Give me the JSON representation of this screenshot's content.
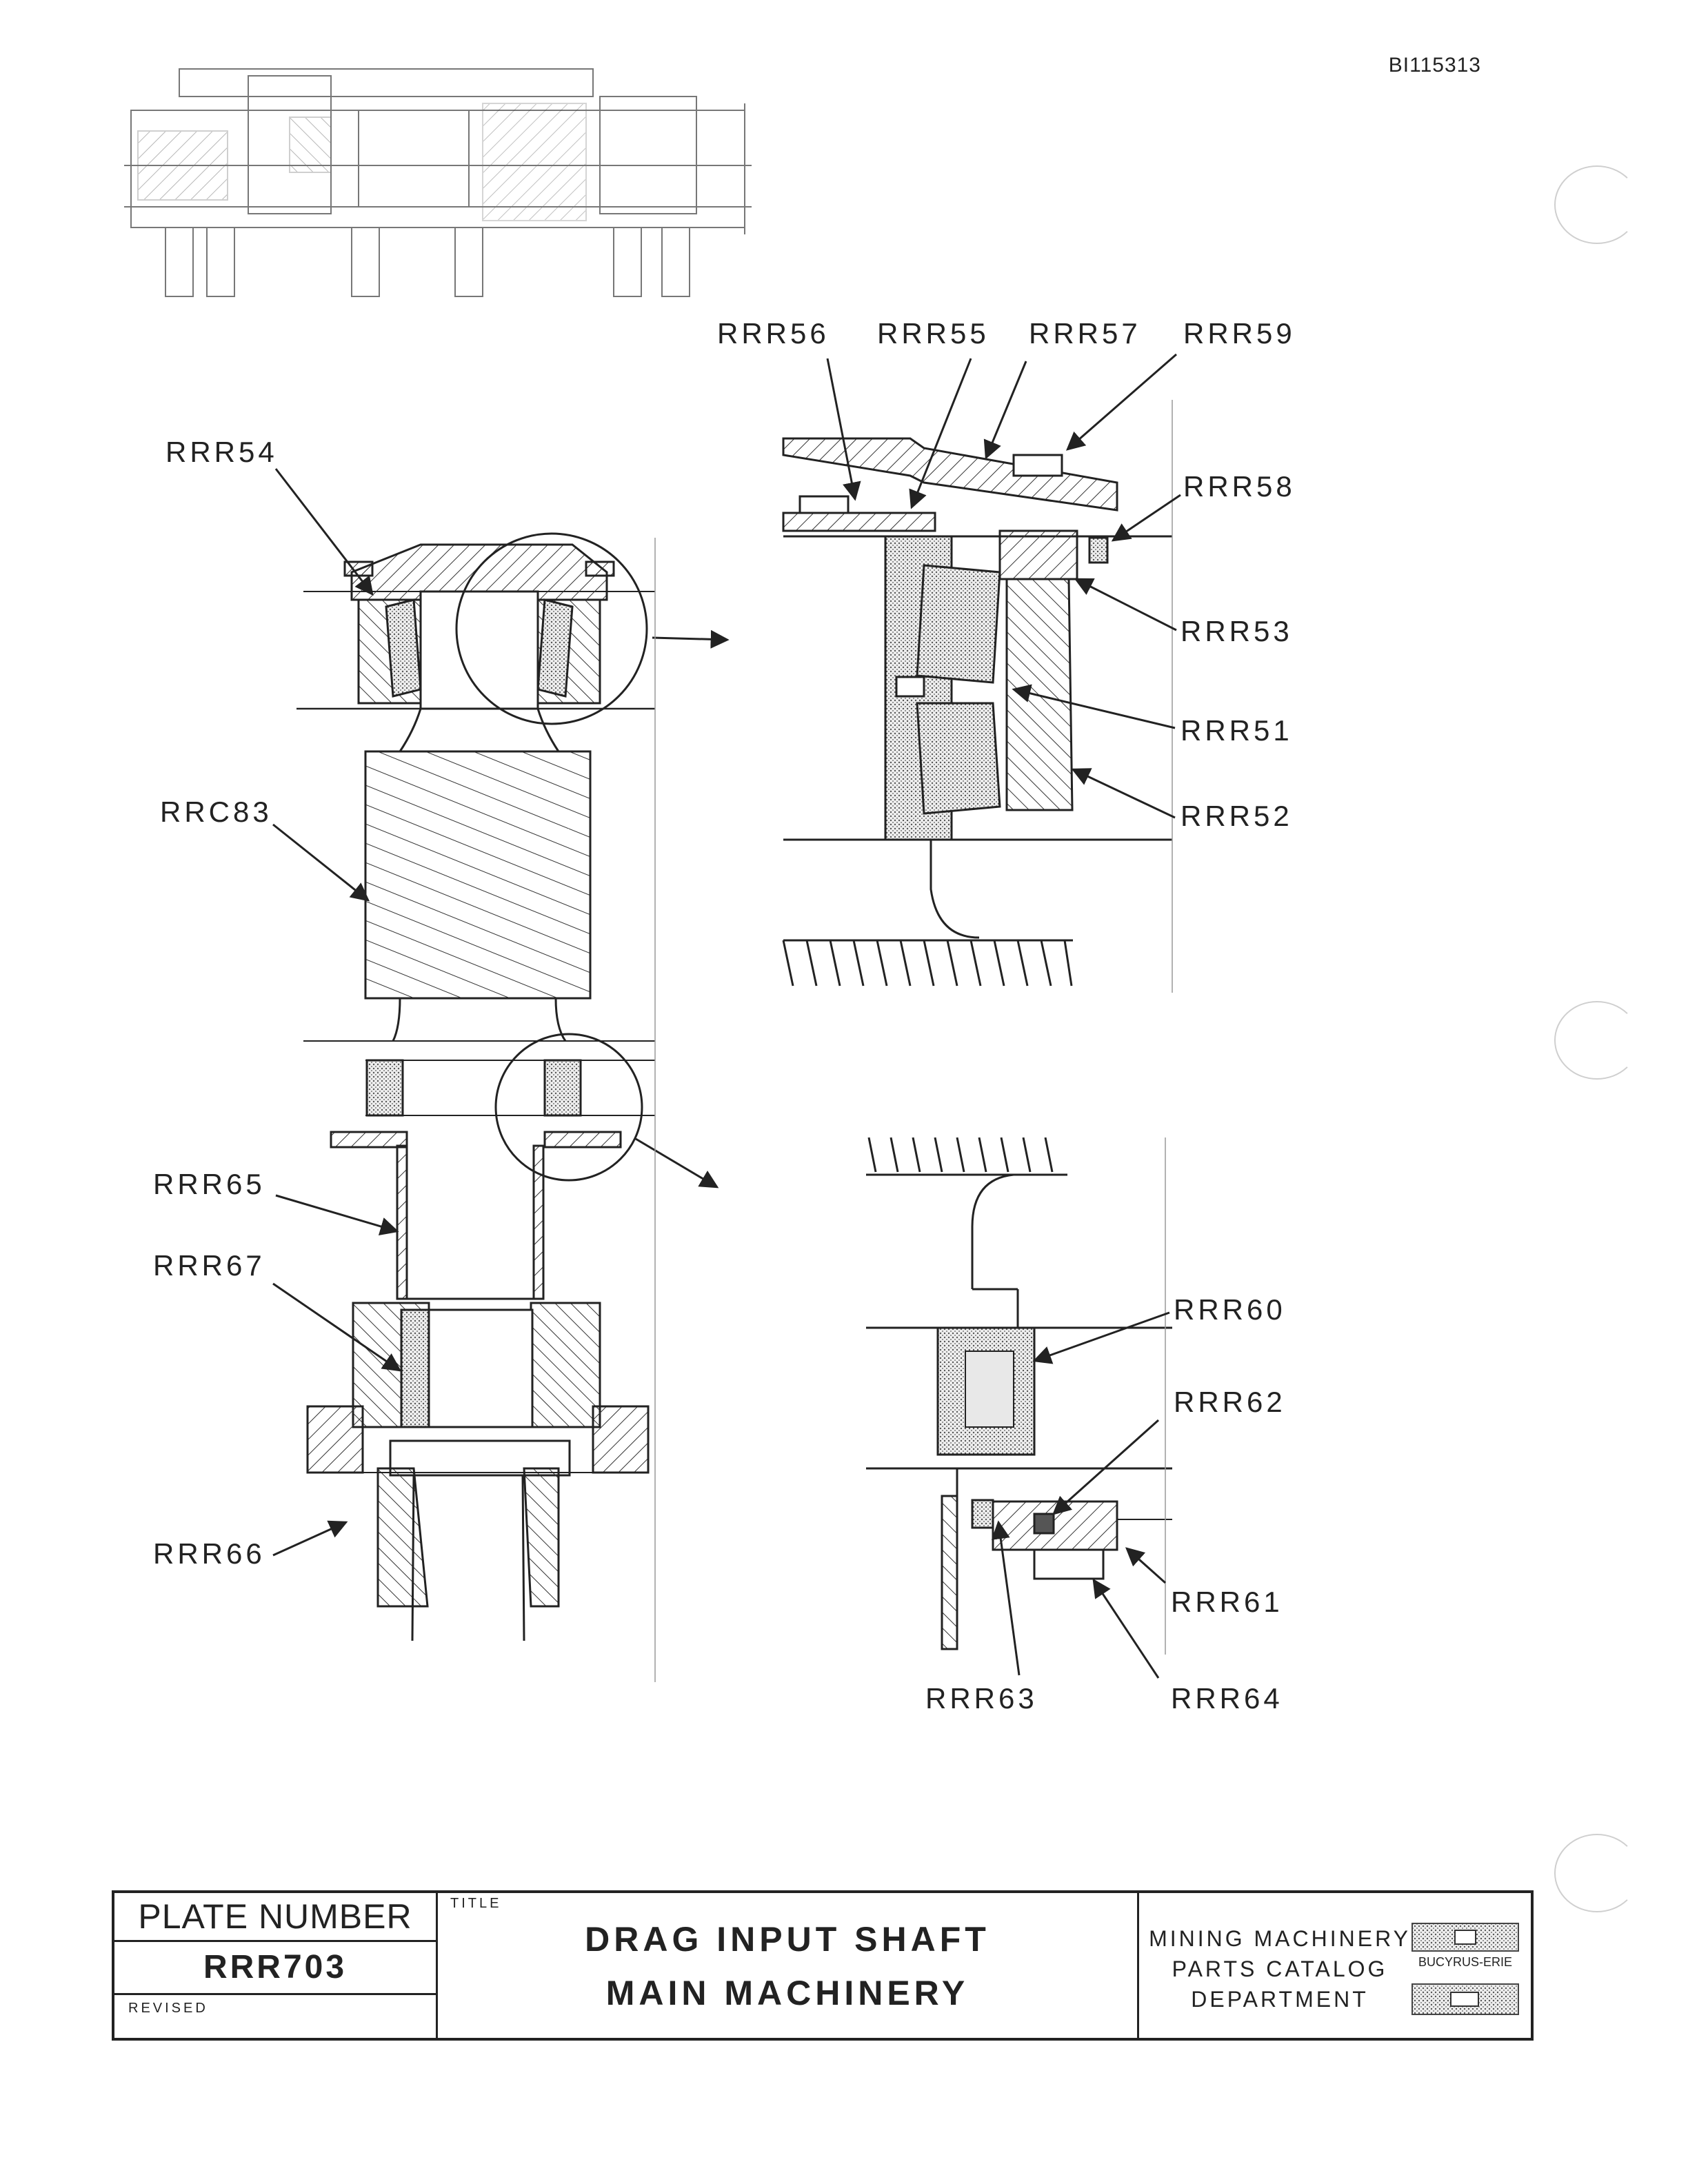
{
  "doc_id": "BI115313",
  "callouts": [
    {
      "id": "rrr56",
      "label": "RRR56"
    },
    {
      "id": "rrr55",
      "label": "RRR55"
    },
    {
      "id": "rrr57",
      "label": "RRR57"
    },
    {
      "id": "rrr59",
      "label": "RRR59"
    },
    {
      "id": "rrr54",
      "label": "RRR54"
    },
    {
      "id": "rrr58",
      "label": "RRR58"
    },
    {
      "id": "rrr53",
      "label": "RRR53"
    },
    {
      "id": "rrr51",
      "label": "RRR51"
    },
    {
      "id": "rrc83",
      "label": "RRC83"
    },
    {
      "id": "rrr52",
      "label": "RRR52"
    },
    {
      "id": "rrr65",
      "label": "RRR65"
    },
    {
      "id": "rrr67",
      "label": "RRR67"
    },
    {
      "id": "rrr60",
      "label": "RRR60"
    },
    {
      "id": "rrr62",
      "label": "RRR62"
    },
    {
      "id": "rrr66",
      "label": "RRR66"
    },
    {
      "id": "rrr61",
      "label": "RRR61"
    },
    {
      "id": "rrr63",
      "label": "RRR63"
    },
    {
      "id": "rrr64",
      "label": "RRR64"
    }
  ],
  "title_block": {
    "plate_header": "PLATE NUMBER",
    "plate_number": "RRR703",
    "revised_label": "REVISED",
    "title_label": "TITLE",
    "title_line1": "DRAG INPUT SHAFT",
    "title_line2": "MAIN MACHINERY",
    "dept_line1": "MINING MACHINERY",
    "dept_line2": "PARTS CATALOG",
    "dept_line3": "DEPARTMENT",
    "logo_text": "BUCYRUS-ERIE"
  }
}
